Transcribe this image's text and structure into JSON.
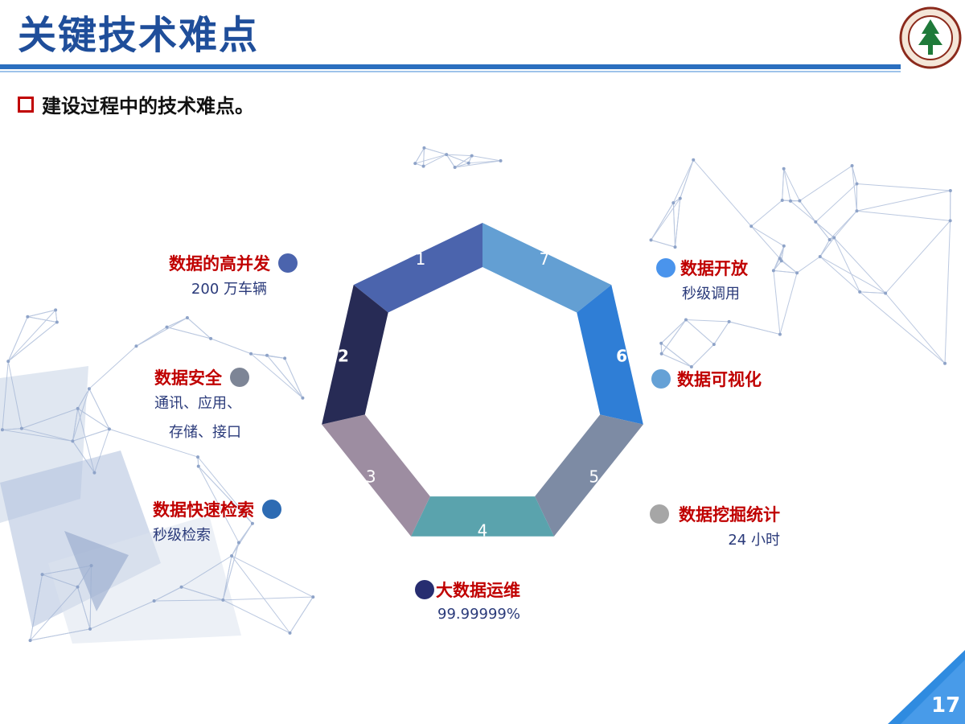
{
  "header": {
    "title": "关键技术难点",
    "subtitle": "建设过程中的技术难点。"
  },
  "page_number": "17",
  "diagram": {
    "segments": [
      {
        "num": "1",
        "color": "#4b64ad",
        "bold": false
      },
      {
        "num": "2",
        "color": "#272b55",
        "bold": true
      },
      {
        "num": "3",
        "color": "#9d8da1",
        "bold": false
      },
      {
        "num": "4",
        "color": "#5aa3ad",
        "bold": false
      },
      {
        "num": "5",
        "color": "#7d8ba4",
        "bold": false
      },
      {
        "num": "6",
        "color": "#2f7ed6",
        "bold": true
      },
      {
        "num": "7",
        "color": "#639fd3",
        "bold": false
      }
    ]
  },
  "items": {
    "concurrency": {
      "label": "数据的高并发",
      "sub": "200 万车辆",
      "dot": "#4b64ad"
    },
    "security": {
      "label": "数据安全",
      "sub1": "通讯、应用、",
      "sub2": "存储、接口",
      "dot": "#7d8596"
    },
    "search": {
      "label": "数据快速检索",
      "sub": "秒级检索",
      "dot": "#2d6bb3"
    },
    "ops": {
      "label": "大数据运维",
      "sub": "99.99999%",
      "dot": "#272d70"
    },
    "open": {
      "label": "数据开放",
      "sub": "秒级调用",
      "dot": "#4a94ec"
    },
    "viz": {
      "label": "数据可视化",
      "dot": "#65a1d6"
    },
    "mining": {
      "label": "数据挖掘统计",
      "sub": "24 小时",
      "dot": "#a6a6a6"
    }
  }
}
